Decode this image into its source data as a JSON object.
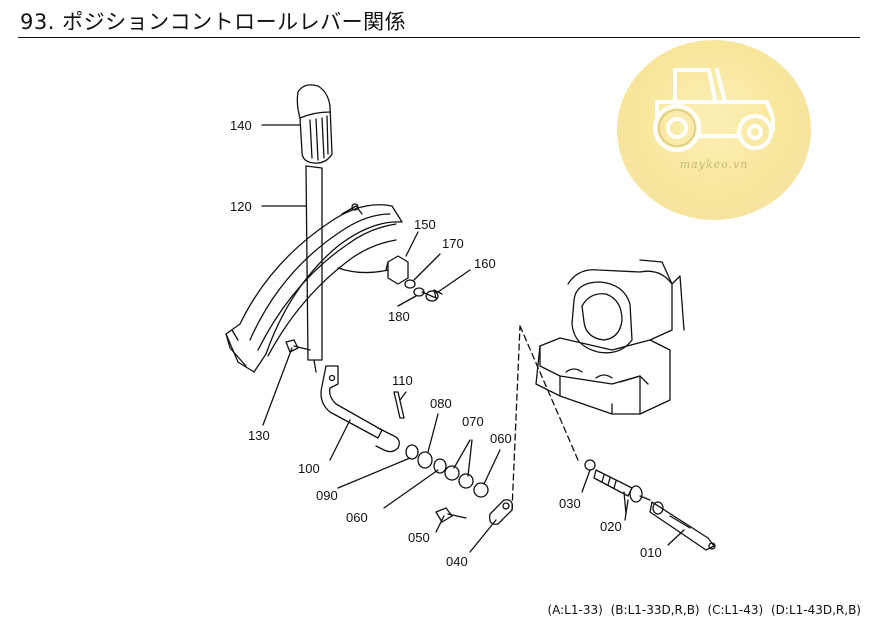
{
  "document": {
    "title": "93. ポジションコントロールレバー関係",
    "watermark_text": "maykeo.vn",
    "part_labels": {
      "p140": "140",
      "p120": "120",
      "p150": "150",
      "p170": "170",
      "p160": "160",
      "p180": "180",
      "p130": "130",
      "p110": "110",
      "p080": "080",
      "p070": "070",
      "p060a": "060",
      "p100": "100",
      "p090": "090",
      "p060b": "060",
      "p050": "050",
      "p040": "040",
      "p030": "030",
      "p020": "020",
      "p010": "010"
    },
    "model_notes": [
      "(A:L1-33)",
      "(B:L1-33D,R,B)",
      "(C:L1-43)",
      "(D:L1-43D,R,B)"
    ]
  },
  "colors": {
    "ink": "#111111",
    "watermark_fill": "#f8e69a",
    "watermark_mark": "#c9b06a"
  },
  "icons": {
    "watermark": "tractor-icon"
  }
}
